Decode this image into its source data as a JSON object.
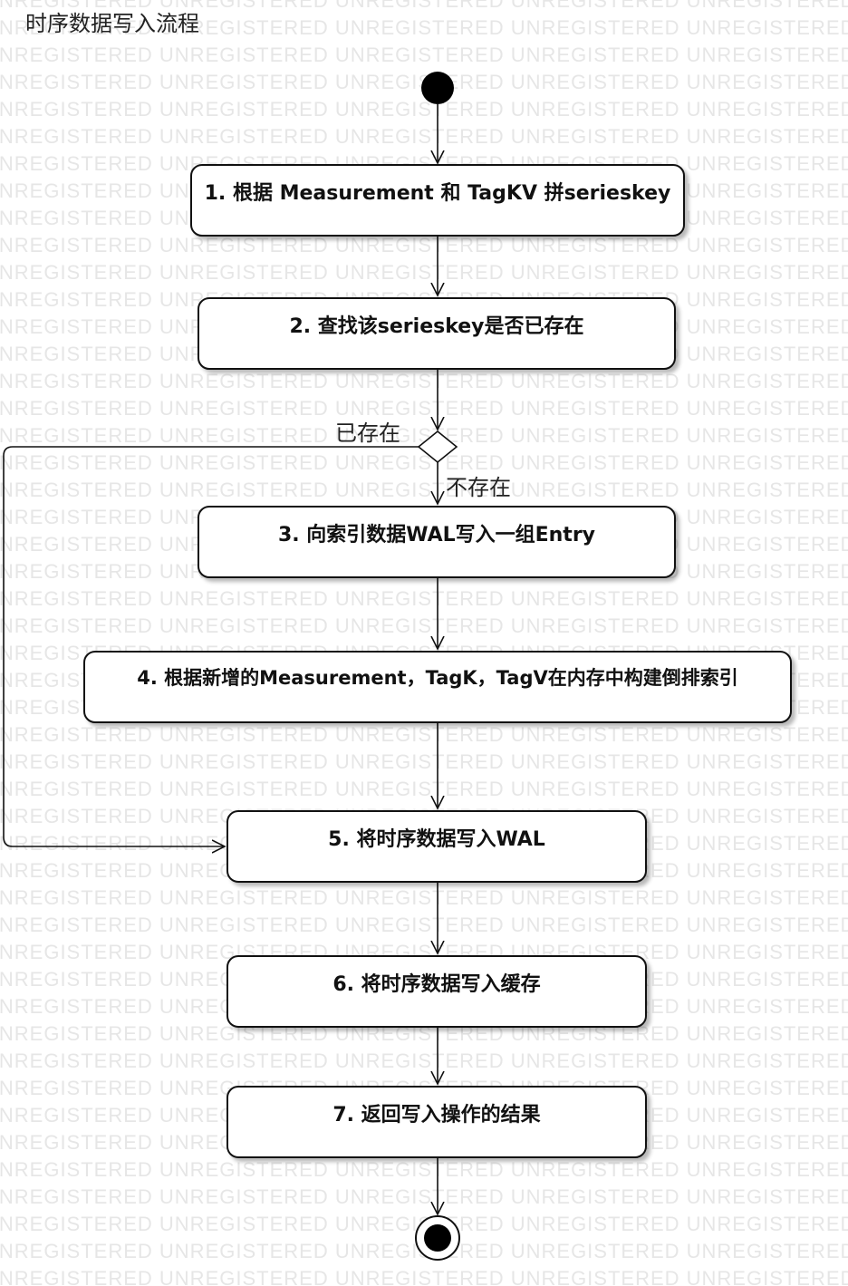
{
  "title": "时序数据写入流程",
  "watermark": "UNREGISTERED",
  "steps": [
    "1. 根据 Measurement 和 TagKV 拼serieskey",
    "2. 查找该serieskey是否已存在",
    "3. 向索引数据WAL写入一组Entry",
    "4. 根据新增的Measurement，TagK，TagV在内存中构建倒排索引",
    "5. 将时序数据写入WAL",
    "6. 将时序数据写入缓存",
    "7. 返回写入操作的结果"
  ],
  "decision": {
    "exists_label": "已存在",
    "not_exists_label": "不存在"
  }
}
